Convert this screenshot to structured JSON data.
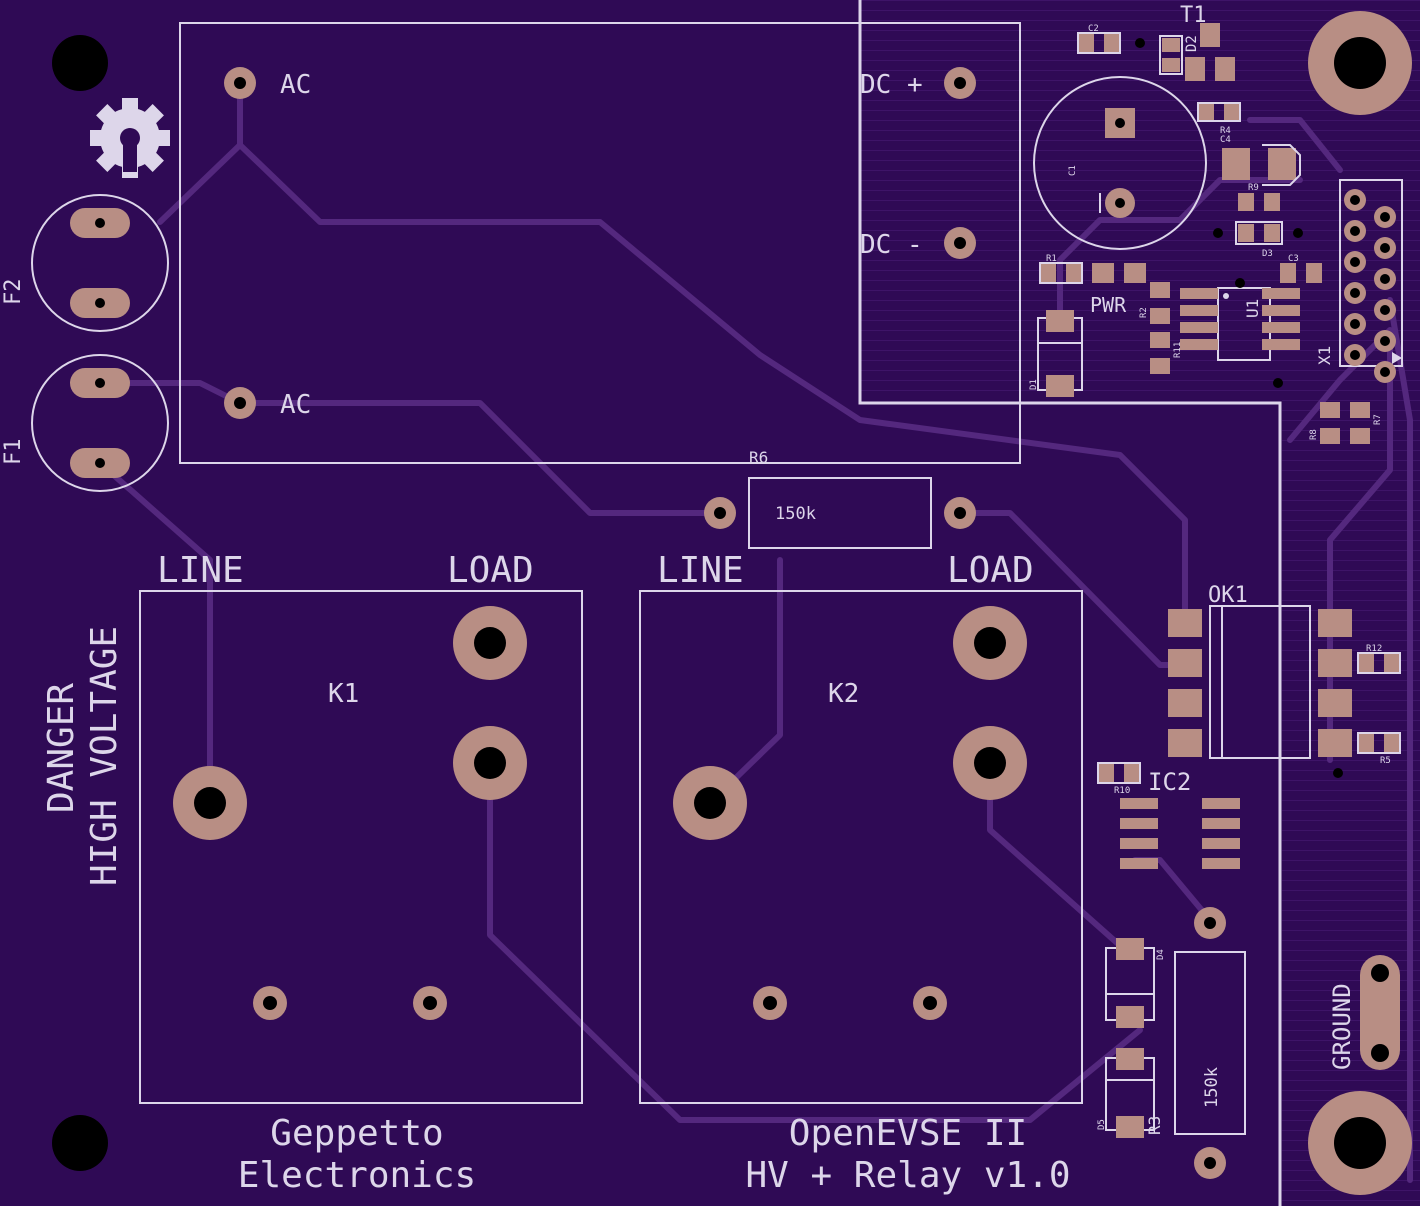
{
  "board": {
    "title": "OpenEVSE II",
    "subtitle": "HV + Relay v1.0",
    "maker_line1": "Geppetto",
    "maker_line2": "Electronics",
    "warning_line1": "DANGER",
    "warning_line2": "HIGH VOLTAGE",
    "colors": {
      "substrate": "#2f0a55",
      "silk": "#ddd6ea",
      "copper": "#b88e84",
      "trace": "#54287e"
    }
  },
  "psu": {
    "ac_top": "AC",
    "ac_bottom": "AC",
    "dc_plus": "DC +",
    "dc_minus": "DC -"
  },
  "fuses": {
    "f1": "F1",
    "f2": "F2"
  },
  "relays": {
    "k1": {
      "ref": "K1",
      "line": "LINE",
      "load": "LOAD"
    },
    "k2": {
      "ref": "K2",
      "line": "LINE",
      "load": "LOAD"
    }
  },
  "resistors": {
    "r6_ref": "R6",
    "r6_value": "150k",
    "r3_ref": "R3",
    "r3_value": "150k"
  },
  "refs": {
    "t1": "T1",
    "d2": "D2",
    "c2": "C2",
    "r4": "R4",
    "c4": "C4",
    "r9": "R9",
    "d3": "D3",
    "c1": "C1",
    "r1": "R1",
    "r2": "R2",
    "c3": "C3",
    "pwr": "PWR",
    "u1": "U1",
    "r11": "R11",
    "d1": "D1",
    "x1": "X1",
    "r8": "R8",
    "r7": "R7",
    "ok1": "OK1",
    "r12": "R12",
    "r5": "R5",
    "r10": "R10",
    "ic2": "IC2",
    "d4": "D4",
    "d5": "D5",
    "ground": "GROUND"
  }
}
